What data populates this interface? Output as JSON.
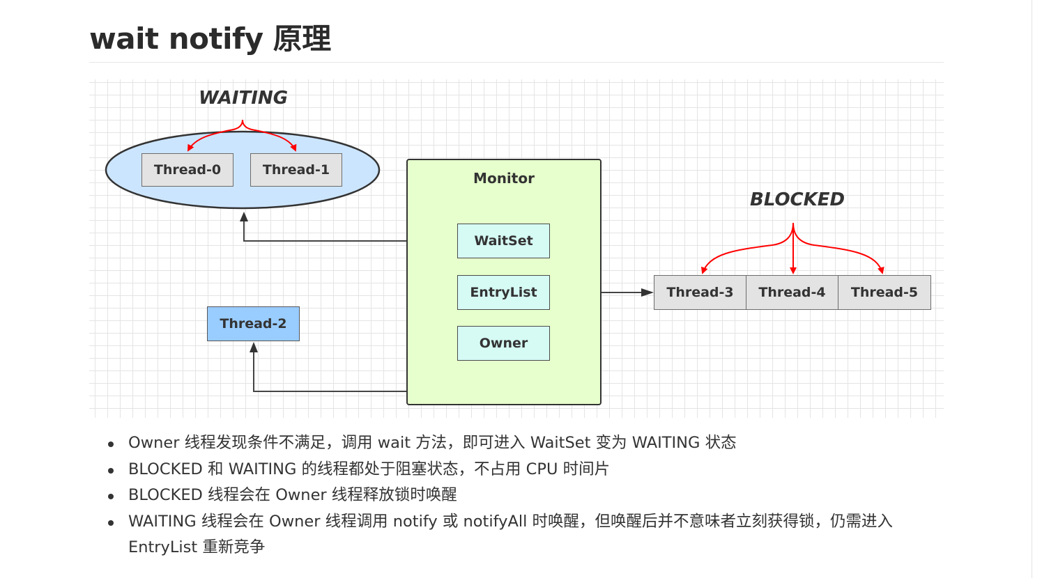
{
  "title": "wait notify 原理",
  "diagram": {
    "waiting_label": "WAITING",
    "blocked_label": "BLOCKED",
    "monitor": {
      "label": "Monitor",
      "waitset": "WaitSet",
      "entrylist": "EntryList",
      "owner": "Owner"
    },
    "waiting_threads": [
      "Thread-0",
      "Thread-1"
    ],
    "owner_thread": "Thread-2",
    "blocked_threads": [
      "Thread-3",
      "Thread-4",
      "Thread-5"
    ],
    "colors": {
      "monitor_fill": "#e6ffcc",
      "slot_fill": "#d6faf4",
      "waitset_ellipse": "#cce5ff",
      "owner_thread_fill": "#99ccff",
      "thread_fill": "#e3e3e3",
      "red_arrow": "#ff0000"
    }
  },
  "bullets": [
    "Owner 线程发现条件不满足，调用 wait 方法，即可进入 WaitSet 变为 WAITING 状态",
    "BLOCKED 和 WAITING 的线程都处于阻塞状态，不占用 CPU 时间片",
    "BLOCKED 线程会在 Owner 线程释放锁时唤醒",
    "WAITING 线程会在 Owner 线程调用 notify 或 notifyAll 时唤醒，但唤醒后并不意味者立刻获得锁，仍需进入 EntryList 重新竞争"
  ]
}
